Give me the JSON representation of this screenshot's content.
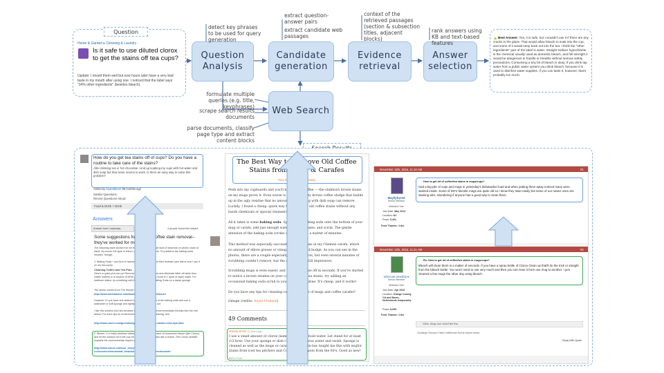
{
  "question_label": "Question",
  "question": {
    "breadcrumb": "Home & Garden ▸ Cleaning & Laundry",
    "title": "Is it safe to use diluted clorox to get the stains off tea cups?",
    "update": "Update: I rinsed them well but now hours later have a very bad taste in my mouth after using one. I noticed that the label says \"34% other ingredients\" (besides bleach)."
  },
  "stages": {
    "qa": "Question Analysis",
    "cg": "Candidate generation",
    "er": "Evidence retrieval",
    "as": "Answer selection",
    "ws": "Web Search"
  },
  "notes": {
    "qa": "detect key phrases to be used for query generation",
    "cg1": "extract question-answer pairs",
    "cg2": "extract candidate web passages",
    "er": "context of the retrieved passages (section & subsection titles, adjacent blocks)",
    "as": "rank answers using KB and text-based features",
    "ws1": "formulate multiple queries (e.g. title, keyphrases)",
    "ws2": "scrape search results documents",
    "ws3": "parse documents, classify page type and extract content blocks"
  },
  "best_answer": {
    "label": "Best Answer:",
    "text": "Yes, it is safe, but I wouldn't use it if there are any cracks in the glaze. That would allow bleach to soak into the cup, and some of it would seep back out into the tea. I think the \"other ingredients\" part of the label is water. Straight sodium hypochlorite is the chemical usually used as domestic bleach, and full strength it would be dangerous to handle or breathe without serious safety precautions. Consuming a tiny bit of bleach is okay. If you drink tap water from a public water system you drink bleach, because it is used to disinfect water supplies. If you can taste it, however, that's probably too much."
  },
  "search_results_label": "Search Results",
  "left_doc": {
    "q_title": "How do you get tea stains off of cups? Do you have a routine to take care of the stains?",
    "q_text": "After drinking tea or hot chocolate I end up soaking my cups with hot water and dish soap but that never seems to work. Is there an easy way to solve this problem?",
    "asked_by": "Asked by",
    "asked_user": "saundbever",
    "asked_time": "95 months ago",
    "similar_q": "Similar Questions:",
    "recent_q": "Recent Questions About:",
    "category": "Food & Drink > Drink",
    "answers_heading": "Answers",
    "answer_from": "Answer from LadyIusky",
    "helpful": "4 people found this helpful",
    "answer_title": "Some suggestions for tea and coffee stain removal--they've worked for me!",
    "answer_body1": "The following have worked for me for the tea stains. I use kind of depends on what's close at hand, my mood, the type of china I am trying to clean, etc. I'm partial to the baking soda solution, though.",
    "answer_body2": "1. Baking Soda. I use Arm & Hammer baking soda. From their website (use this is how I use it on my tea-cups):",
    "answer_sub": "Cleaning Coffee and Tea Pots",
    "answer_body3": "Here's a quick pick-me-up! Remove coffee and tea stains and eliminate bitter off-taste from coffee makers in a solution of ARM & HAMMER Baking Soda in 1 quart of warm water. For stubborn stains, try scrubbing with ARM & HAMMER Baking Soda on a damp sponge.",
    "answer_link1": "http://www.armhammer.com/basics/tips.asp?room=Kitchen",
    "answer_body4": "The above comes from The Morsel website at",
    "answer_body5": "However, if I put have one stained cup I use a paste out of the baking soda and use a washcloth or soft sponge and lightly rub the stains right out.",
    "answer_body6": "I like this solution (ha ha!) because I feel it's a bit more environmentally friendly than the one below. For more tips on environmentally-friendly dish cleaning, see:",
    "answer_link2": "http://www.care2.com/greenliving/tips-how-to-clean-dishes-mine-tips.html",
    "answer_body7": "2. Bleach. For really stubborn stains, I use a diluted solution of household bleach (like Clorox) and let the solution sit in the cup for about 1/2 hour. Works like a charm. The Clorox website explains the environmental impact of bleach at",
    "answer_link3": "http://www.clorox.com/our_story/article.php?c=clorox/environmental_bleach/article_id=bleach_environment"
  },
  "mid_doc": {
    "title": "The Best Way to Remove Old Coffee Stains from Mugs & Carafes",
    "byline": "Tony Kessler Tree and Daisy",
    "p1": "Peek into my cupboards and you'll know I love coffee — the stubborn brown stains on my mugs prove it. Even worse is the thick, rusty brown coffee sludge that builds up in the ugly residue that no amount of scrubbing with dish soap can remove. Luckily, I found a cheap, quick way to clean away old coffee stains without any harsh chemicals or special cleansers.",
    "p2_pre": "All it takes is some",
    "p2_bold": "baking soda",
    "p2_post": ". Sprinkle the baking soda onto the bottom of your mug or carafe, add just enough water to form a paste, and scrub. The gentle abrasion of the baking soda scrubs away stains in a matter of minutes.",
    "p3": "This method was especially successful for the stains in my Chemex carafe, which no amount of elbow grease or vinegar soaks would budge. As you can see in the photos, there are a couple especially stubborn spots, but even several minutes of scrubbing couldn't remove, but the difference is still impressive.",
    "p4": "Scrubbing mugs is even easier, and the stains come off in seconds. If you've started to notice a brown residue on your coffee mug or tea stains, try adding an occasional baking soda scrub to your cleaning routine. It's cheap, and it works!",
    "p5": "Do you have any tips for cleaning coffee stains out of mugs and coffee carafes?",
    "credits_pre": "(Image credits:",
    "credits_link": "Anjali Prakash",
    "credits_post": ")",
    "comments": "49 Comments",
    "commenter": "Sandy Scott",
    "comment_time": "11 years ago",
    "comment": "I use a small amount of clorox (name brand) withhold water. Let stand for at least 1/2 hour. Use your sponge or dish cloth to the clorox water and swish. Sponge is cleaned as well as the mugs or carafe. My sister-in-law taught me this with mujfor stains from iced tea pitchers and Corning coffee pots from the 60's. Good as new!",
    "reply": "REPLY  FLAG"
  },
  "right_doc": {
    "post1_date": "November 11th, 2016, 11:10 AM",
    "post1_num": "#1",
    "user1": "Mayflybyred",
    "user1_rank": "Senior Member",
    "user1_badge": "Midsized Star",
    "user1_joined_k": "Join Date:",
    "user1_joined": "May 2013",
    "user1_loc_k": "Location:",
    "user1_loc": "NJ",
    "user1_posts_k": "Posts:",
    "user1_posts": "5,401",
    "post1_title": "How to get rid of coffee/tea stains in mugs/cups?",
    "post1_text": "Had a big pile of cups and mugs in yesterday's dishwasher load and when putting them away noticed many were stained inside. Some of DH's favorite mugs are quite old so I know they stain easily but some of our newer ones are staining also. Wondering if anyone has a good way to clean them.",
    "post_thanks": "Post Thanks / Like",
    "post2_date": "November 11th, 2016, 11:21 AM",
    "post2_num": "#2",
    "user2": "rebeccaa weeding ♥",
    "user2_rank": "Senior Member",
    "user2_badge": "Midsized Star",
    "user2_joined_k": "Join Date:",
    "user2_joined": "Apr 2016",
    "user2_loc_k": "Location:",
    "user2_loc": "Orange County, CA and Boom, Netherlands temporarily",
    "user2_posts_k": "Posts:",
    "user2_posts": "8,095",
    "post2_title": "Re: How to get rid of coffee/tea stains in mugs/cups?",
    "post2_text": "Bleach will clean them in a matter of seconds. If you have a spray bottle of Clorox Clean up that'll do the trick or straight from the bleach bottle. You won't need to use very much and then you can rinse it from one mug to another. I just cleaned a few mugs the other day using bleach.",
    "likes": "NJirls, Mugs and undorf like this.",
    "signature": "Goodbye Europe! Hello California! Home sweet home.",
    "reply_quote": "Reply With Quote"
  }
}
